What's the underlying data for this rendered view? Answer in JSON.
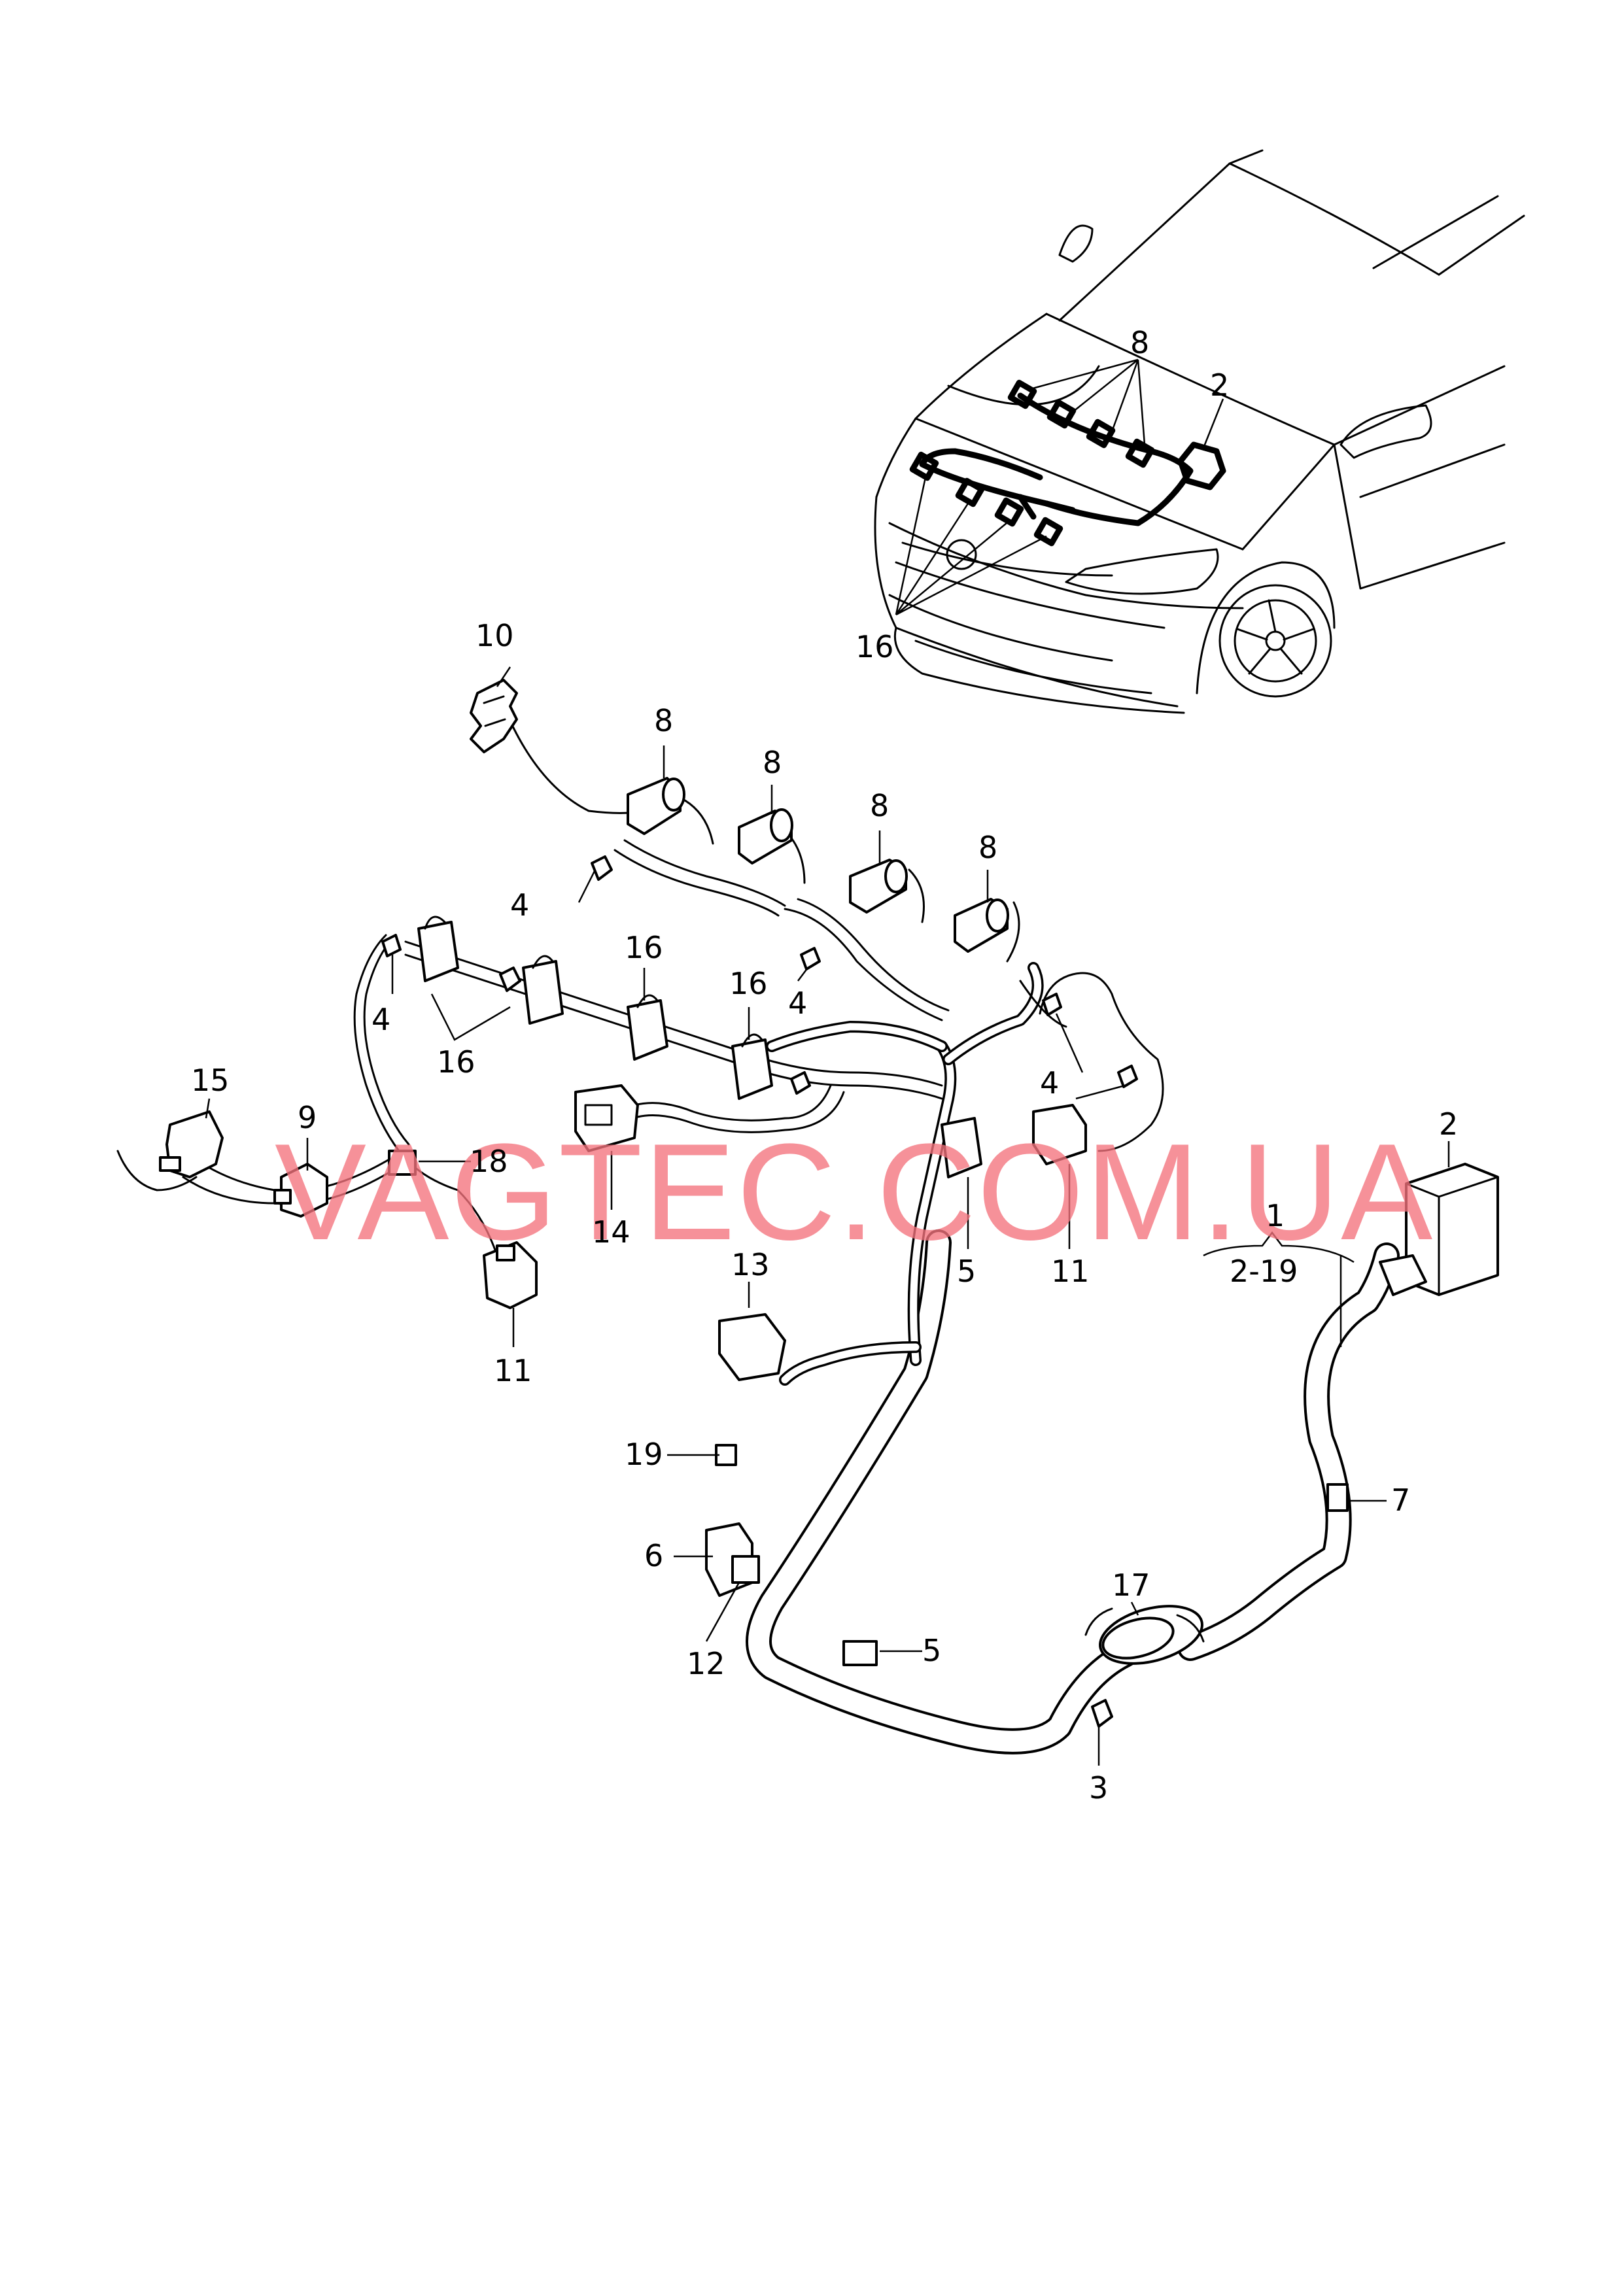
{
  "labels": {
    "l1": "1",
    "l2_19": "2-19",
    "l2": "2",
    "l3": "3",
    "l4": "4",
    "l5": "5",
    "l6": "6",
    "l7": "7",
    "l8": "8",
    "l9": "9",
    "l10": "10",
    "l11": "11",
    "l12": "12",
    "l13": "13",
    "l14": "14",
    "l15": "15",
    "l16": "16",
    "l17": "17",
    "l18": "18",
    "l19": "19"
  },
  "watermark": "VAGTEC.COM.UA"
}
